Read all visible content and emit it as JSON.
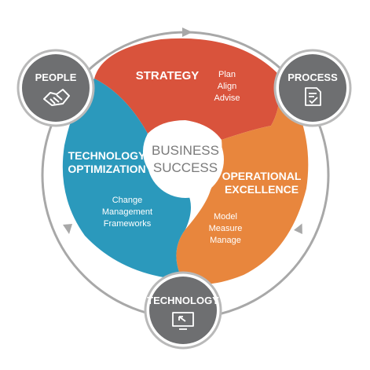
{
  "center": {
    "line1": "BUSINESS",
    "line2": "SUCCESS"
  },
  "segments": {
    "strategy": {
      "title": "STRATEGY",
      "items": [
        "Plan",
        "Align",
        "Advise"
      ],
      "color": "#d9533c"
    },
    "operational": {
      "title_line1": "OPERATIONAL",
      "title_line2": "EXCELLENCE",
      "items": [
        "Model",
        "Measure",
        "Manage"
      ],
      "color": "#e8863d"
    },
    "technology_opt": {
      "title_line1": "TECHNOLOGY",
      "title_line2": "OPTIMIZATION",
      "items": [
        "Change",
        "Management",
        "Frameworks"
      ],
      "color": "#2b99bc"
    }
  },
  "nodes": {
    "people": {
      "label": "PEOPLE",
      "icon": "handshake-icon"
    },
    "process": {
      "label": "PROCESS",
      "icon": "document-check-icon"
    },
    "technology": {
      "label": "TECHNOLOGY",
      "icon": "monitor-icon"
    }
  },
  "colors": {
    "node_fill": "#6e6f71",
    "node_ring": "#b9b9b9",
    "cycle_line": "#a8a8a8"
  }
}
